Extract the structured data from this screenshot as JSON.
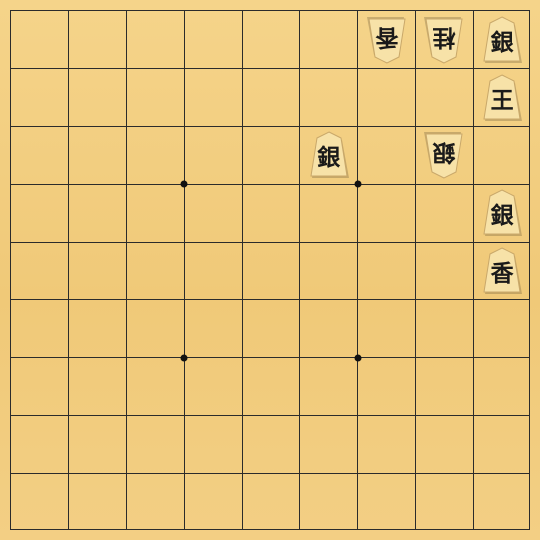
{
  "board": {
    "files": 9,
    "ranks": 9,
    "star_points": [
      [
        3,
        3
      ],
      [
        6,
        3
      ],
      [
        3,
        6
      ],
      [
        6,
        6
      ]
    ],
    "colors": {
      "background": "#f3cf82",
      "lines": "#2b2b2b",
      "piece_face": "#f7e2a8",
      "piece_edge": "#c9a86a",
      "ink": "#1a1a1a"
    }
  },
  "pieces": [
    {
      "id": "gote-lance-1",
      "label": "香",
      "col": 6,
      "row": 0,
      "owner": "gote",
      "kind": "lance"
    },
    {
      "id": "gote-knight-1",
      "label": "桂",
      "col": 7,
      "row": 0,
      "owner": "gote",
      "kind": "knight"
    },
    {
      "id": "sente-silver-1",
      "label": "銀",
      "col": 8,
      "row": 0,
      "owner": "sente",
      "kind": "silver"
    },
    {
      "id": "sente-king",
      "label": "王",
      "col": 8,
      "row": 1,
      "owner": "sente",
      "kind": "king"
    },
    {
      "id": "sente-silver-2",
      "label": "銀",
      "col": 5,
      "row": 2,
      "owner": "sente",
      "kind": "silver"
    },
    {
      "id": "gote-silver-1",
      "label": "銀",
      "col": 7,
      "row": 2,
      "owner": "gote",
      "kind": "silver"
    },
    {
      "id": "sente-silver-3",
      "label": "銀",
      "col": 8,
      "row": 3,
      "owner": "sente",
      "kind": "silver"
    },
    {
      "id": "sente-lance-1",
      "label": "香",
      "col": 8,
      "row": 4,
      "owner": "sente",
      "kind": "lance"
    }
  ]
}
